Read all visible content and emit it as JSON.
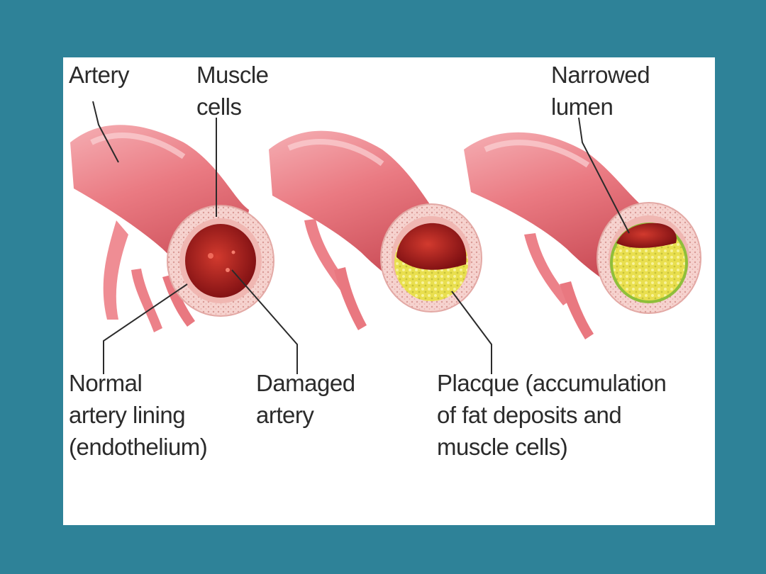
{
  "colors": {
    "background": "#2e8298",
    "panel": "#ffffff",
    "artery": "#e8707a",
    "artery_light": "#f7b8bd",
    "wall": "#f3c9c7",
    "lumen": "#b31f1f",
    "plaque": "#e3d84a",
    "plaque_edge": "#8fbf3a",
    "leader": "#2b2b2b",
    "text": "#2b2b2b"
  },
  "labels": {
    "artery": [
      "Artery"
    ],
    "muscle_cells": [
      "Muscle",
      "cells"
    ],
    "narrowed_lumen": [
      "Narrowed",
      "lumen"
    ],
    "normal_lining": [
      "Normal",
      "artery lining",
      "(endothelium)"
    ],
    "damaged_artery": [
      "Damaged",
      "artery"
    ],
    "plaque": [
      "Placque (accumulation",
      "of fat deposits and",
      "muscle cells)"
    ]
  }
}
